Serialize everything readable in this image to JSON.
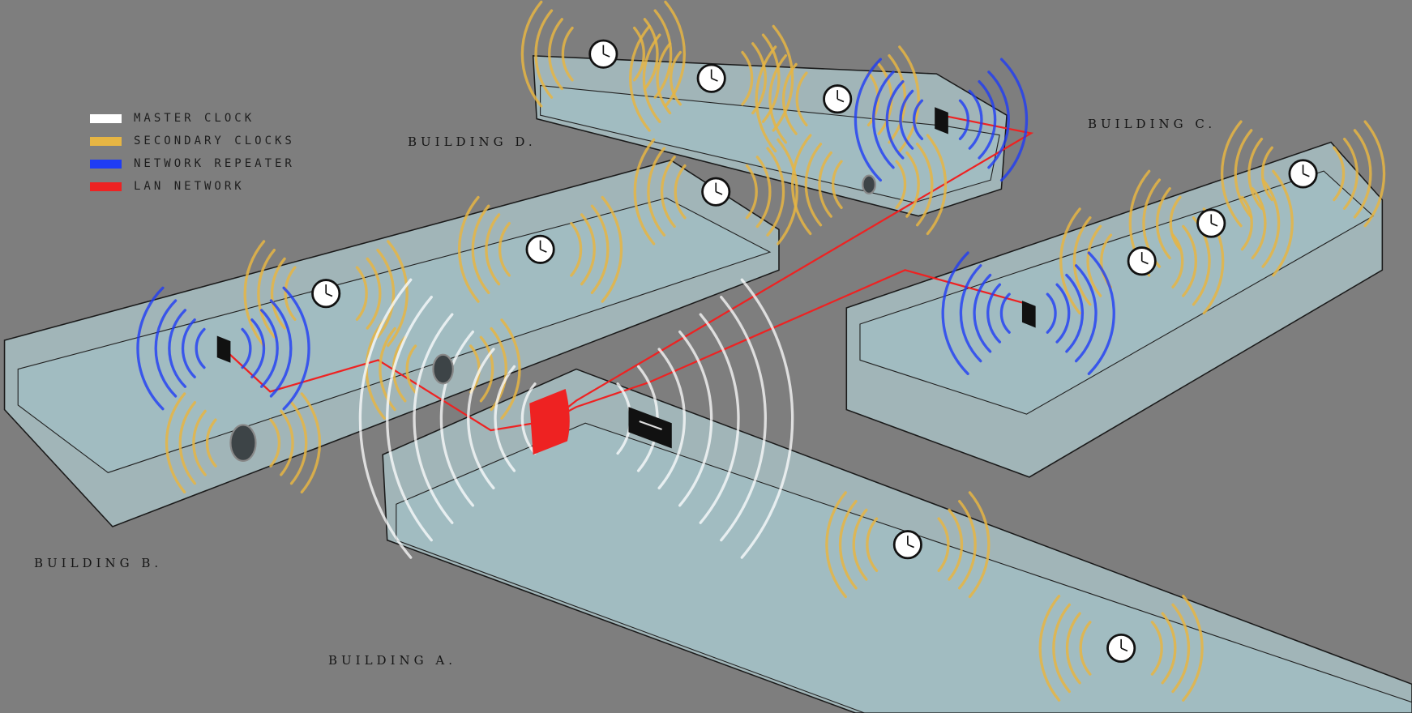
{
  "legend": [
    {
      "label": "MASTER CLOCK",
      "color": "#ffffff"
    },
    {
      "label": "SECONDARY CLOCKS",
      "color": "#e6b543"
    },
    {
      "label": "NETWORK REPEATER",
      "color": "#1f3cf5"
    },
    {
      "label": "LAN NETWORK",
      "color": "#ee2222"
    }
  ],
  "buildings": {
    "a": "BUILDING A.",
    "b": "BUILDING B.",
    "c": "BUILDING C.",
    "d": "BUILDING D."
  },
  "colors": {
    "background": "#7e7e7e",
    "master": "#ffffff",
    "secondary": "#e6b543",
    "repeater": "#1f3cf5",
    "lan": "#ee2222"
  }
}
